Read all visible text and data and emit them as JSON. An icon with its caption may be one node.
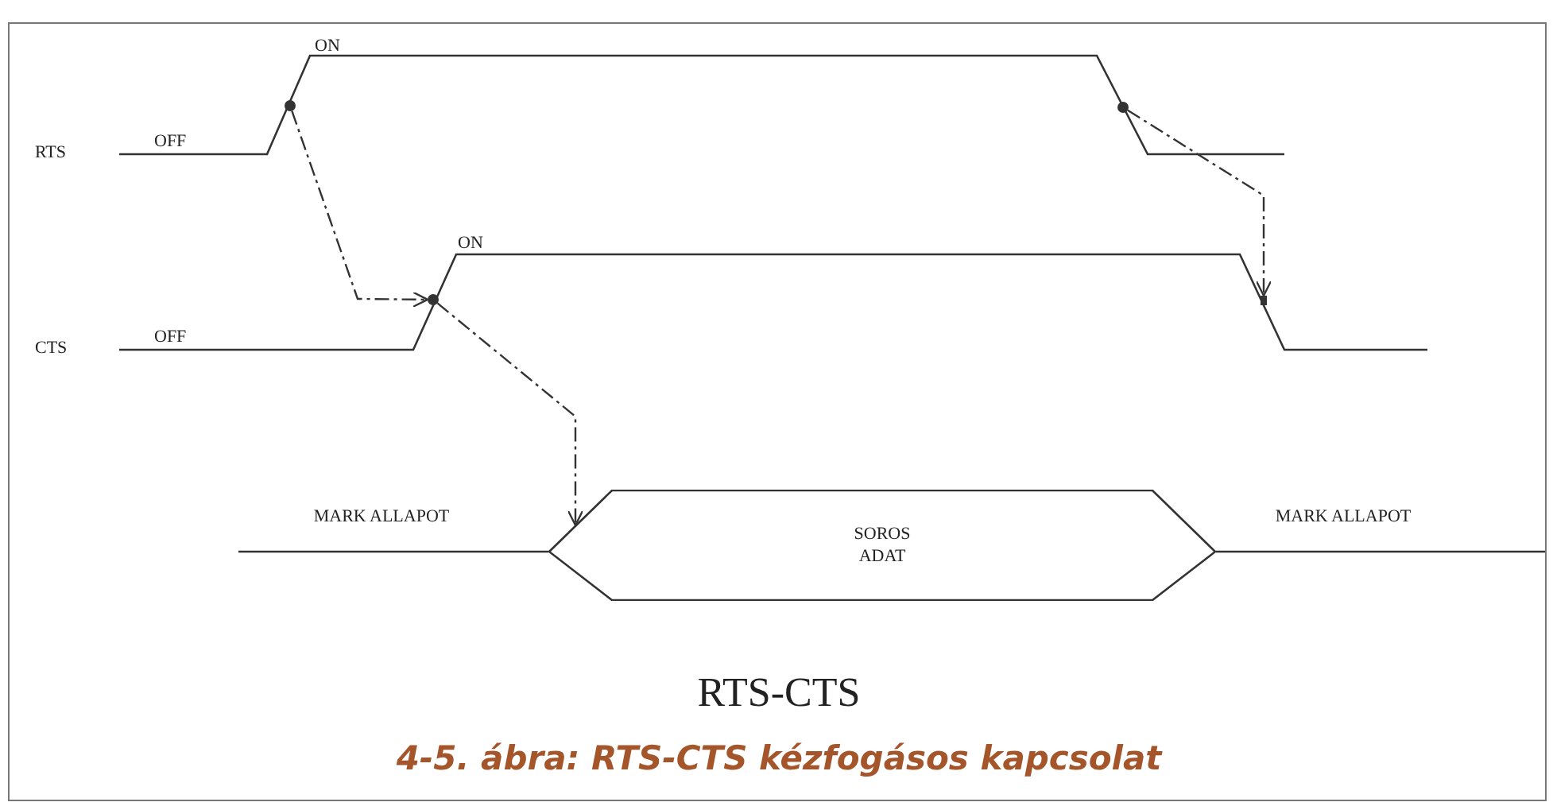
{
  "diagram": {
    "title": "RTS-CTS",
    "caption": "4-5. ábra: RTS-CTS kézfogásos kapcsolat",
    "nodes": [
      {
        "text": [],
        "shape": "circle"
      },
      {
        "text": [],
        "shape": "circle"
      },
      {
        "text": [
          "SOROS ADAT"
        ]
      },
      {
        "text": [],
        "shape": "circle"
      },
      {
        "text": [],
        "shape": "bar"
      }
    ],
    "edges": [
      {
        "from": 0,
        "to": 1,
        "arrow": "to",
        "style": "dashed"
      },
      {
        "from": 1,
        "to": 2,
        "arrow": "to",
        "style": "dashed"
      },
      {
        "from": 3,
        "to": 4,
        "arrow": "to",
        "style": "dashed"
      }
    ],
    "labels": [
      "ON",
      "RTS",
      "OFF",
      "ON",
      "CTS",
      "OFF",
      "MARK ALLAPOT",
      "MARK ALLAPOT"
    ]
  }
}
